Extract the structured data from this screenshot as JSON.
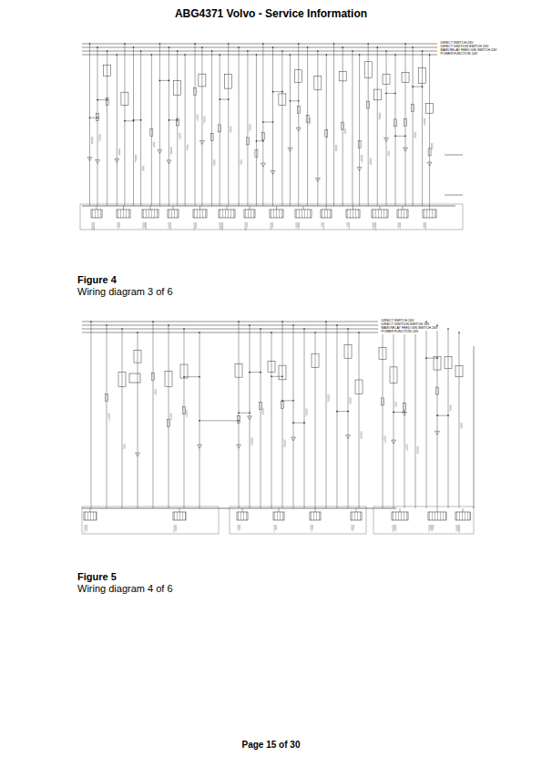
{
  "diagram": {
    "title": "ABG4371 Volvo - Service Information",
    "labels": [
      "DIRECT SWITCH 24V",
      "DIRECT IGNITION SWITCH 24V",
      "MAIN RELAY FEED IGN SWITCH 24V",
      "POWER FUNCTION 24V",
      "Figure 4",
      "Wiring diagram 3 of 6",
      "DIRECT SWITCH 24V",
      "DIRECT IGNITION SWITCH 24V",
      "MAIN RELAY FEED IGN SWITCH 24V",
      "POWER FUNCTION 24V",
      "Figure 5",
      "Wiring diagram 4 of 6",
      "Page 15 of 30"
    ]
  }
}
